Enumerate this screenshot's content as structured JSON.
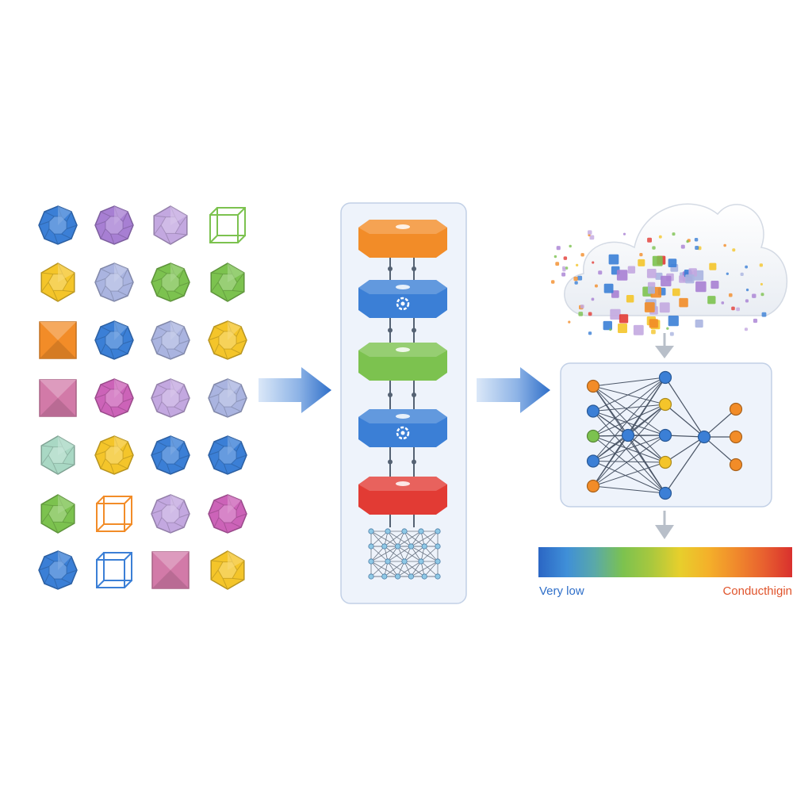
{
  "colors": {
    "blue": "#3b7fd6",
    "purple": "#a77fd3",
    "lavender": "#c3a8e0",
    "green": "#7cc24f",
    "yellow": "#f4c52a",
    "orange": "#f28c28",
    "red": "#e23b34",
    "pink": "#d27aa8",
    "magenta": "#cc63b8",
    "periwinkle": "#aab4e0",
    "mint": "#a9d8c4"
  },
  "crystal_grid": {
    "rows": [
      [
        {
          "shape": "gem",
          "color": "blue"
        },
        {
          "shape": "gem",
          "color": "purple"
        },
        {
          "shape": "hex",
          "color": "lavender"
        },
        {
          "shape": "cube",
          "color": "green"
        }
      ],
      [
        {
          "shape": "hex",
          "color": "yellow"
        },
        {
          "shape": "gem",
          "color": "periwinkle"
        },
        {
          "shape": "gem",
          "color": "green"
        },
        {
          "shape": "hex",
          "color": "green"
        }
      ],
      [
        {
          "shape": "square",
          "color": "orange"
        },
        {
          "shape": "gem",
          "color": "blue"
        },
        {
          "shape": "gem",
          "color": "periwinkle"
        },
        {
          "shape": "gem",
          "color": "yellow"
        }
      ],
      [
        {
          "shape": "square",
          "color": "pink"
        },
        {
          "shape": "gem",
          "color": "magenta"
        },
        {
          "shape": "gem",
          "color": "lavender"
        },
        {
          "shape": "gem",
          "color": "periwinkle"
        }
      ],
      [
        {
          "shape": "hex",
          "color": "mint"
        },
        {
          "shape": "gem",
          "color": "yellow"
        },
        {
          "shape": "gem",
          "color": "blue"
        },
        {
          "shape": "gem",
          "color": "blue"
        }
      ],
      [
        {
          "shape": "hex",
          "color": "green"
        },
        {
          "shape": "cube",
          "color": "orange"
        },
        {
          "shape": "gem",
          "color": "lavender"
        },
        {
          "shape": "gem",
          "color": "magenta"
        }
      ],
      [
        {
          "shape": "gem",
          "color": "blue"
        },
        {
          "shape": "cube",
          "color": "blue"
        },
        {
          "shape": "square",
          "color": "pink"
        },
        {
          "shape": "hex",
          "color": "yellow"
        }
      ]
    ]
  },
  "layer_stack": {
    "layers": [
      {
        "color": "orange",
        "icon": ""
      },
      {
        "color": "blue",
        "icon": "gear-icon"
      },
      {
        "color": "green",
        "icon": ""
      },
      {
        "color": "blue",
        "icon": "gear-icon"
      },
      {
        "color": "red",
        "icon": ""
      }
    ]
  },
  "network": {
    "layers": [
      [
        "orange",
        "blue",
        "green",
        "blue",
        "orange"
      ],
      [
        "blue",
        "yellow",
        "blue",
        "yellow",
        "blue"
      ],
      [
        "blue"
      ],
      [
        "orange",
        "orange",
        "orange"
      ]
    ]
  },
  "color_scale": {
    "stops": [
      "#2b66c4",
      "#3f8fd8",
      "#5aa9a8",
      "#7cc24f",
      "#a8c83e",
      "#e7cf2c",
      "#f4b12a",
      "#f08a2c",
      "#e8602f",
      "#d9302e"
    ],
    "low_label": "Very low",
    "high_label": "Conducthigin",
    "low_color": "#2f6fc9",
    "high_color": "#e0542c"
  }
}
